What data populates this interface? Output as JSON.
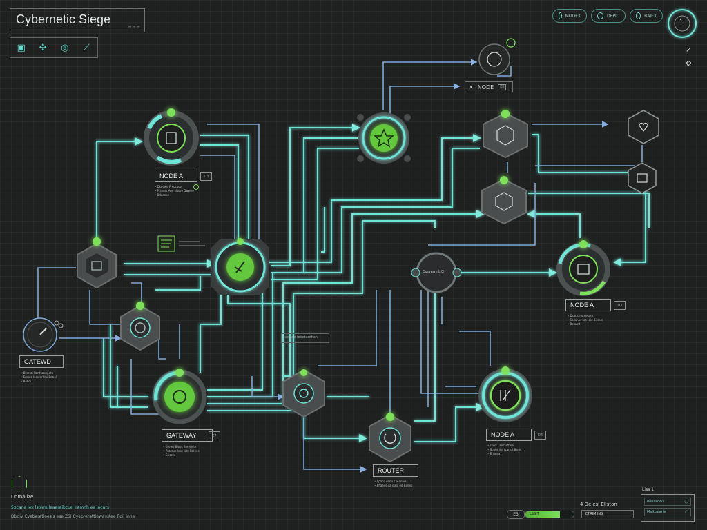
{
  "app": {
    "title": "Cybernetic Siege"
  },
  "toolbar": {
    "tools": [
      "terminal-icon",
      "drone-icon",
      "scanner-icon",
      "wrench-icon"
    ]
  },
  "top_right": {
    "pills": [
      {
        "label": "MODEX",
        "icon": "circle-icon"
      },
      {
        "label": "DEPIC",
        "icon": "circle-icon"
      },
      {
        "label": "BAIEX",
        "icon": "circle-icon"
      }
    ],
    "ring_value": "1"
  },
  "nodes": {
    "node_a_top": {
      "label": "NODE A",
      "badge": "TI3",
      "desc": [
        "Dkuowo Pmocgorr",
        "Ptravsk Aon kiaore Gwwee",
        "Bdaanse"
      ]
    },
    "node_a_right": {
      "label": "NODE A",
      "badge": "TO",
      "desc": [
        "Dsat cinoreesant",
        "Sacanks ton ioie Bicuun",
        "Bcoucd"
      ]
    },
    "node_a_bottom": {
      "label": "NODE A",
      "badge": "D4",
      "desc": [
        "Tusoi Laesastfam",
        "Spoke ike tcar ut Bsnic",
        "Ehoonx"
      ]
    },
    "gateway": {
      "label": "GATEWAY",
      "badge": "E7",
      "desc": [
        "Grewo Bloos Boerreite",
        "Psamue lebe lotz Bolone",
        "Goosce"
      ]
    },
    "gatewd": {
      "label": "GATEWD",
      "desc": [
        "Btecroi Rar tfoerrpate",
        "Euseis Insorer feo Banol",
        "Beboi"
      ]
    },
    "router": {
      "label": "ROUTER",
      "desc": [
        "Spanz onnu caeanaie",
        "Bhaeos ua siaiu ed Baneb"
      ]
    },
    "node_top": {
      "label": "NODE",
      "badge": "EII"
    },
    "center_node": {
      "label": "Conrerm bi3"
    },
    "mid_chip": {
      "label": "edade loirctamhan"
    }
  },
  "bottom_left": {
    "heading": "Cnmalize",
    "line1": "Spcane iex lsoimuleaaraibcue iramnh ea iocurs",
    "line2": "Dbdiv Cyeberetioesis ese ZSI Cyebrerattiowasstee Roil inne"
  },
  "bottom_bar": {
    "stat_label": "E3",
    "progress_text": "LSSIT",
    "progress": 0.72,
    "status_label": "4 Deiesl Eliston",
    "status_field": "ETRIMIINS"
  },
  "legend": {
    "title": "Liss 1",
    "rows": [
      "Ronosoeu",
      "Melixaiarie"
    ]
  },
  "colors": {
    "accent_cyan": "#6fe3d6",
    "accent_green": "#7ee05a",
    "link_blue": "#7ea9d8",
    "background": "#1f2020"
  }
}
